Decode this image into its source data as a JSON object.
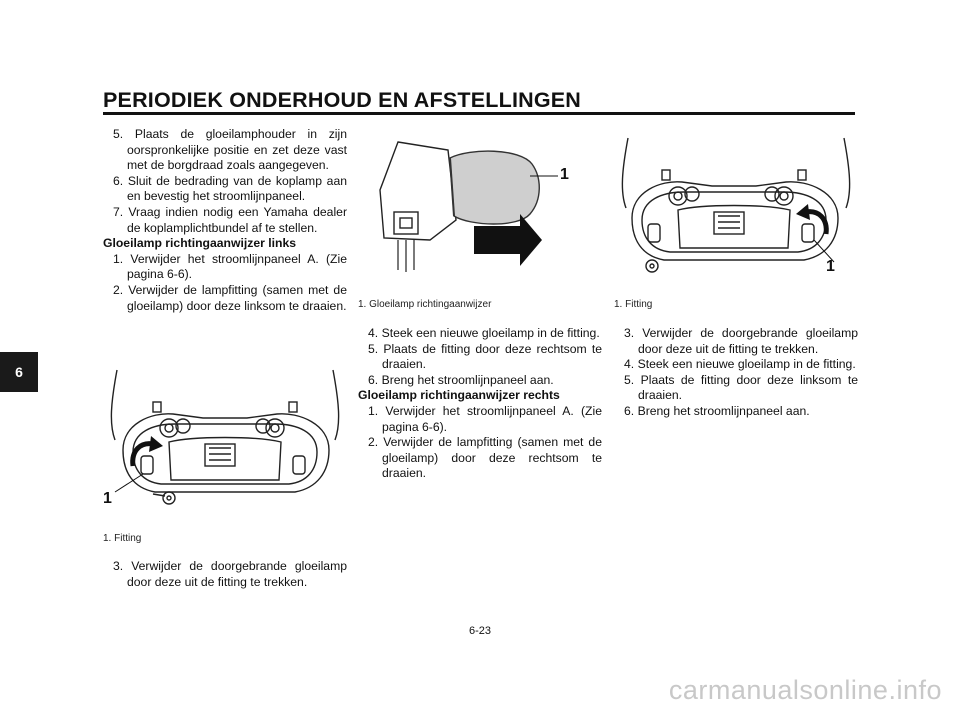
{
  "header": {
    "title": "PERIODIEK ONDERHOUD EN AFSTELLINGEN"
  },
  "chapter_tab": "6",
  "left_column": {
    "steps_top": [
      {
        "number": "5.",
        "text": "Plaats de gloeilamphouder in zijn oorspronkelijke positie en zet deze vast met de borgdraad zoals aangegeven."
      },
      {
        "number": "6.",
        "text": "Sluit de bedrading van de koplamp aan en bevestig het stroomlijnpaneel."
      },
      {
        "number": "7.",
        "text": "Vraag indien nodig een Yamaha dealer de koplamplichtbundel af te stellen."
      }
    ],
    "heading": "Gloeilamp richtingaanwijzer links",
    "steps_mid": [
      {
        "number": "1.",
        "text": "Verwijder het stroomlijnpaneel A. (Zie pagina 6-6)."
      },
      {
        "number": "2.",
        "text": "Verwijder de lampfitting (samen met de gloeilamp) door deze linksom te draaien."
      }
    ],
    "figure_callout": "1",
    "figure_caption": "1. Fitting",
    "steps_bottom": [
      {
        "number": "3.",
        "text": "Verwijder de doorgebrande gloeilamp door deze uit de fitting te trekken."
      }
    ]
  },
  "middle_column": {
    "figure_callout": "1",
    "figure_caption": "1. Gloeilamp richtingaanwijzer",
    "steps_top": [
      {
        "number": "4.",
        "text": "Steek een nieuwe gloeilamp in de fitting."
      },
      {
        "number": "5.",
        "text": "Plaats de fitting door deze rechtsom te draaien."
      },
      {
        "number": "6.",
        "text": "Breng het stroomlijnpaneel aan."
      }
    ],
    "heading": "Gloeilamp richtingaanwijzer rechts",
    "steps_bottom": [
      {
        "number": "1.",
        "text": "Verwijder het stroomlijnpaneel A. (Zie pagina 6-6)."
      },
      {
        "number": "2.",
        "text": "Verwijder de lampfitting (samen met de gloeilamp) door deze rechtsom te draaien."
      }
    ]
  },
  "right_column": {
    "figure_callout": "1",
    "figure_caption": "1. Fitting",
    "steps": [
      {
        "number": "3.",
        "text": "Verwijder de doorgebrande gloeilamp door deze uit de fitting te trekken."
      },
      {
        "number": "4.",
        "text": "Steek een nieuwe gloeilamp in de fitting."
      },
      {
        "number": "5.",
        "text": "Plaats de fitting door deze linksom te draaien."
      },
      {
        "number": "6.",
        "text": "Breng het stroomlijnpaneel aan."
      }
    ]
  },
  "page_number": "6-23",
  "watermark": "carmanualsonline.info"
}
